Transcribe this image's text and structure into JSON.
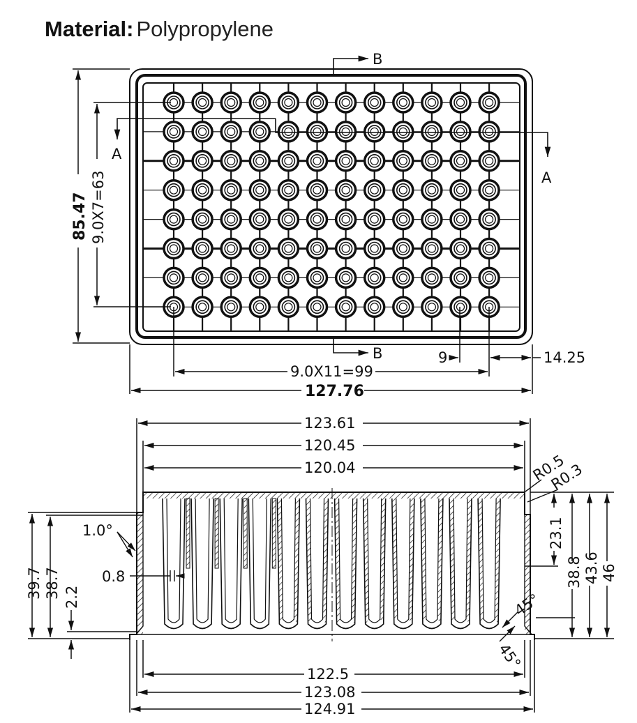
{
  "header": {
    "material_label": "Material:",
    "material_value": "Polypropylene"
  },
  "top_view": {
    "rows": 8,
    "columns": 12,
    "section_markers": {
      "b_top": "B",
      "b_bottom": "B",
      "a_left": "A",
      "a_right": "A"
    },
    "dimensions": {
      "overall_height": "85.47",
      "row_pitch": "9.0X7=63",
      "column_pitch": "9.0X11=99",
      "well_spacing": "9",
      "edge_offset": "14.25",
      "overall_width": "127.76"
    }
  },
  "section_view": {
    "dimensions": {
      "top_outer": "123.61",
      "top_mid": "120.45",
      "top_inner": "120.04",
      "radius_outer": "R0.5",
      "radius_inner": "R0.3",
      "draft_angle": "1.0°",
      "wall_thickness": "0.8",
      "height_39_7": "39.7",
      "height_38_7": "38.7",
      "foot_height": "2.2",
      "well_depth": "23.1",
      "height_38_8": "38.8",
      "height_43_6": "43.6",
      "total_height": "46",
      "chamfer_top": "45°",
      "chamfer_bottom": "45°",
      "bottom_inner": "122.5",
      "bottom_mid": "123.08",
      "bottom_outer": "124.91"
    }
  }
}
